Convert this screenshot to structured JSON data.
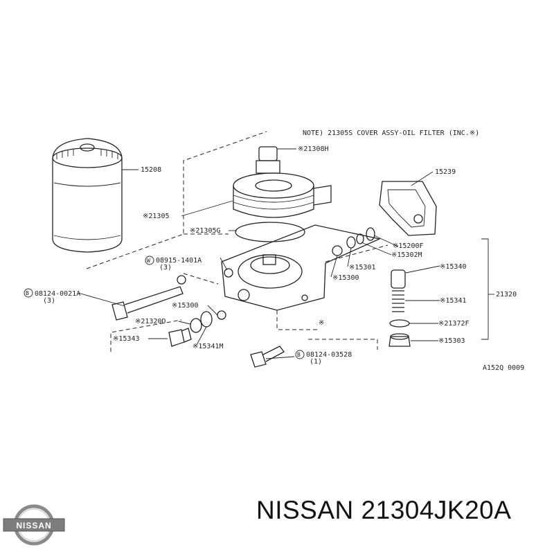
{
  "diagram": {
    "note": "NOTE) 21305S COVER ASSY-OIL FILTER (INC.※)",
    "figure_code": "A152Q 0009",
    "labels": {
      "p21308H": "※21308H",
      "p15208": "15208",
      "p15239": "15239",
      "p21305": "※21305",
      "p21305G": "※21305G",
      "p15200F": "※15200F",
      "p15302M": "※15302M",
      "p15301": "※15301",
      "p15340": "※15340",
      "p08915_1401A": "08915-1401A",
      "p08915_qty": "(3)",
      "p15300a": "※15300",
      "p21320": "21320",
      "p08124_0021A": "08124-0021A",
      "p08124_0021A_qty": "(3)",
      "p15341": "※15341",
      "p15300b": "※15300",
      "p21320D": "※21320D",
      "p21372F": "※21372F",
      "star_mark": "※",
      "p15343": "※15343",
      "p15303": "※15303",
      "p15341M": "※15341M",
      "p08124_03528": "08124-03528",
      "p08124_03528_qty": "(1)",
      "circle_W": "W",
      "circle_B1": "B",
      "circle_B2": "B"
    }
  },
  "brand": {
    "logo_text": "NISSAN"
  },
  "caption": "NISSAN 21304JK20A"
}
